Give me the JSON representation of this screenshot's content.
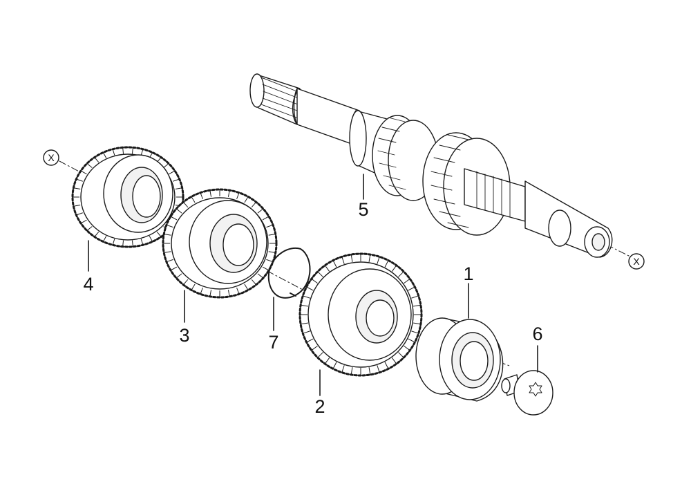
{
  "diagram": {
    "type": "exploded-parts-view",
    "axis_marker_label": "X",
    "callouts": [
      {
        "id": "p1",
        "label": "1",
        "part": "ball-bearing"
      },
      {
        "id": "p2",
        "label": "2",
        "part": "helical-gear-large"
      },
      {
        "id": "p3",
        "label": "3",
        "part": "helical-gear-middle"
      },
      {
        "id": "p4",
        "label": "4",
        "part": "helical-gear-rear"
      },
      {
        "id": "p5",
        "label": "5",
        "part": "splined-gear-shaft"
      },
      {
        "id": "p6",
        "label": "6",
        "part": "torx-screw"
      },
      {
        "id": "p7",
        "label": "7",
        "part": "snap-ring"
      }
    ]
  },
  "colors": {
    "line": "#1a1a1a",
    "fill": "#ffffff",
    "shade": "#f2f2f2"
  }
}
